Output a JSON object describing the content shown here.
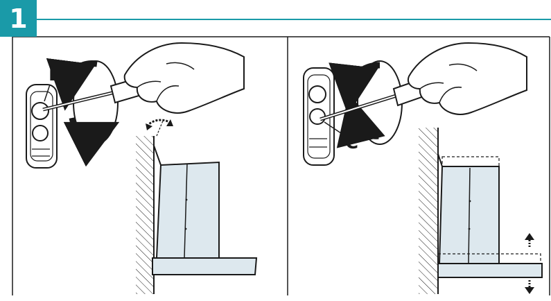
{
  "step": {
    "number": "1"
  },
  "colors": {
    "accent": "#1a9aa8",
    "badge": "#1a9aa8",
    "panel_fill": "#dde8ee",
    "line": "#1a1a1a"
  },
  "left_panel": {
    "callout_label": "B",
    "icons": [
      "hand-icon",
      "screwdriver-icon",
      "rotate-arrows-icon",
      "tilt-arrows-icon"
    ]
  },
  "right_panel": {
    "callout_label": "C",
    "icons": [
      "hand-icon",
      "screwdriver-icon",
      "rotate-arrows-icon",
      "vertical-adjust-arrows-icon"
    ]
  }
}
